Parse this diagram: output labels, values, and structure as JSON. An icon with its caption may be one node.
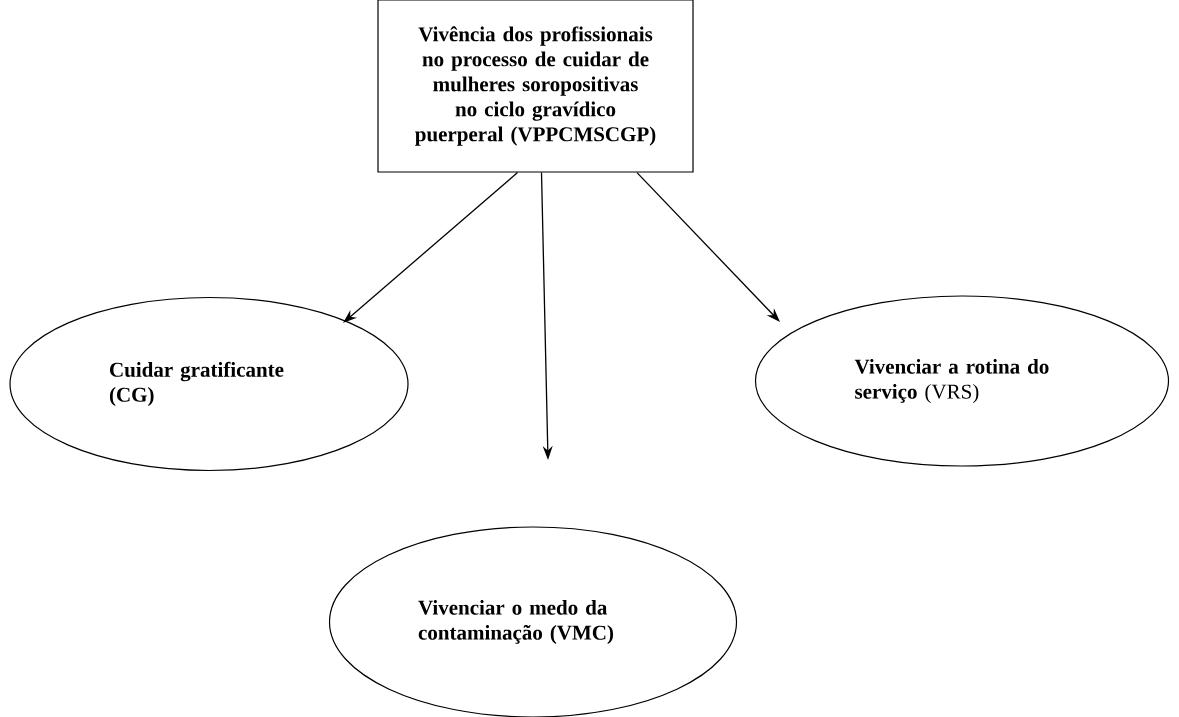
{
  "diagram": {
    "nodes": [
      {
        "text": [
          "Vivência dos profissionais no processo de cuidar de mulheres soropositivas no ciclo gravídico puerperal (VPPCMSCGP)"
        ]
      },
      {
        "text": [
          "Cuidar gratificante (CG)"
        ]
      },
      {
        "text": [
          "Vivenciar o medo da contaminação (VMC)"
        ]
      },
      {
        "text": [
          "**Vivenciar a rotina do serviço** (VRS)"
        ]
      }
    ],
    "edges": [
      {
        "from": 0,
        "to": 1,
        "arrow": "to"
      },
      {
        "from": 0,
        "to": 2,
        "arrow": "to"
      },
      {
        "from": 0,
        "to": 3,
        "arrow": "to"
      }
    ]
  }
}
